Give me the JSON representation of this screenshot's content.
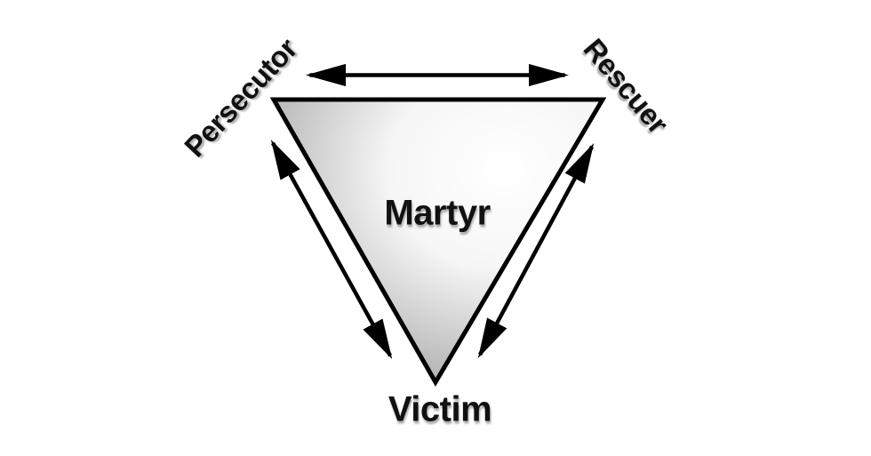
{
  "diagram": {
    "roles": {
      "top_left": "Persecutor",
      "top_right": "Rescuer",
      "bottom": "Victim",
      "center": "Martyr"
    },
    "colors": {
      "line": "#000000",
      "arrow": "#000000",
      "label_text": "#111111",
      "background": "#ffffff",
      "triangle_fill_light": "#ffffff",
      "triangle_fill_mid": "#f6f6f6",
      "triangle_fill_dark": "#8f8f8f"
    }
  }
}
